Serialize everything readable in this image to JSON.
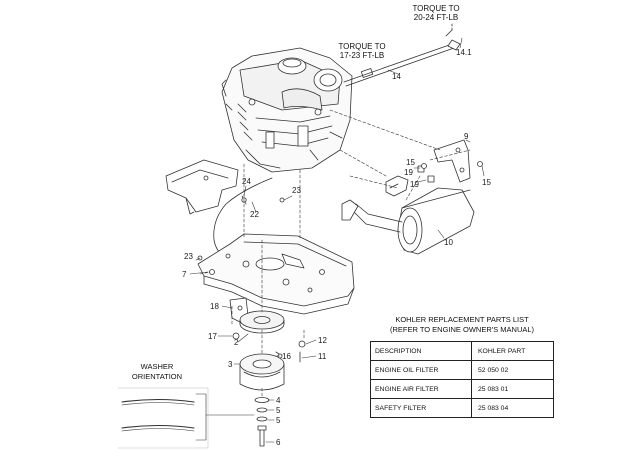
{
  "torque_notes": {
    "upper": [
      "TORQUE TO",
      "20-24 FT-LB"
    ],
    "lower": [
      "TORQUE TO",
      "17-23 FT-LB"
    ]
  },
  "callouts": [
    {
      "id": "c14-1",
      "text": "14.1"
    },
    {
      "id": "c14",
      "text": "14"
    },
    {
      "id": "c9",
      "text": "9"
    },
    {
      "id": "c15a",
      "text": "15"
    },
    {
      "id": "c15b",
      "text": "15"
    },
    {
      "id": "c19a",
      "text": "19"
    },
    {
      "id": "c19b",
      "text": "19"
    },
    {
      "id": "c10",
      "text": "10"
    },
    {
      "id": "c24",
      "text": "24"
    },
    {
      "id": "c23a",
      "text": "23"
    },
    {
      "id": "c22",
      "text": "22"
    },
    {
      "id": "c23b",
      "text": "23"
    },
    {
      "id": "c7",
      "text": "7"
    },
    {
      "id": "c18",
      "text": "18"
    },
    {
      "id": "c17",
      "text": "17"
    },
    {
      "id": "c2",
      "text": "2"
    },
    {
      "id": "c12",
      "text": "12"
    },
    {
      "id": "c11",
      "text": "11"
    },
    {
      "id": "c16",
      "text": "16"
    },
    {
      "id": "c3",
      "text": "3"
    },
    {
      "id": "c4",
      "text": "4"
    },
    {
      "id": "c5a",
      "text": "5"
    },
    {
      "id": "c5b",
      "text": "5"
    },
    {
      "id": "c6",
      "text": "6"
    }
  ],
  "washer": {
    "label": [
      "WASHER",
      "ORIENTATION"
    ]
  },
  "parts_list": {
    "title_line1": "KOHLER REPLACEMENT PARTS LIST",
    "title_line2": "(REFER TO ENGINE OWNER'S MANUAL)",
    "headers": [
      "DESCRIPTION",
      "KOHLER PART"
    ],
    "rows": [
      [
        "ENGINE OIL FILTER",
        "52 050 02"
      ],
      [
        "ENGINE AIR FILTER",
        "25 083 01"
      ],
      [
        "SAFETY FILTER",
        "25 083 04"
      ]
    ]
  }
}
